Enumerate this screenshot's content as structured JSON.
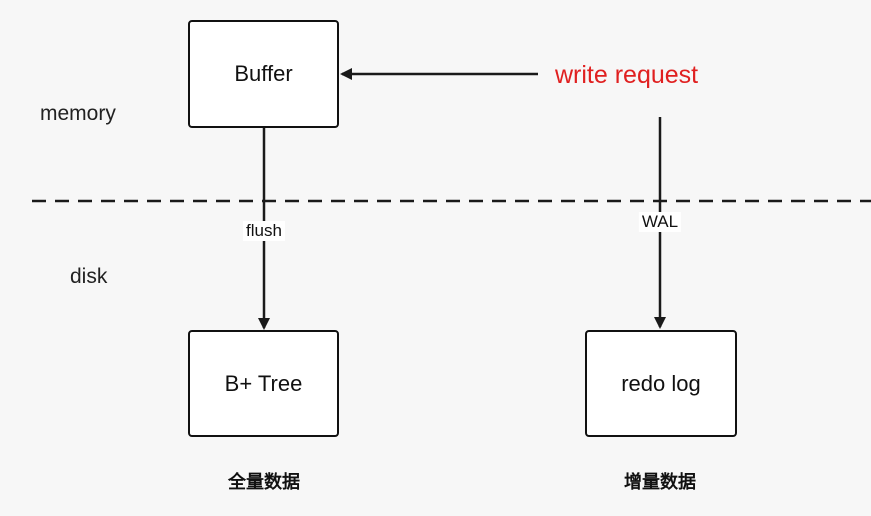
{
  "zones": {
    "memory": "memory",
    "disk": "disk"
  },
  "nodes": {
    "buffer": "Buffer",
    "btree": "B+ Tree",
    "redo_log": "redo log"
  },
  "request": {
    "text": "write request",
    "color": "#e02020"
  },
  "edges": {
    "flush": "flush",
    "wal": "WAL"
  },
  "captions": {
    "full_data": "全量数据",
    "incremental_data": "增量数据"
  },
  "colors": {
    "line": "#1a1a1a",
    "background": "#f7f7f7"
  }
}
